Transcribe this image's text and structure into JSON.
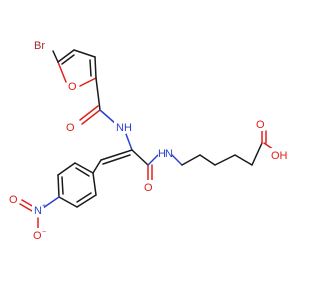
{
  "colors": {
    "carbon_bond": "#1a1a1a",
    "oxygen": "#e0201b",
    "nitrogen": "#2a3fd6",
    "bromine": "#a52a2a"
  },
  "atoms": {
    "br": "Br",
    "o_furan": "O",
    "o_amide1": "O",
    "nh_amide1": "N",
    "h_amide1": "H",
    "nh_amide2": "N",
    "h_amide2": "H",
    "o_amide2": "O",
    "o_acid": "O",
    "oh_acid": "OH",
    "n_nitro": "N",
    "plus_nitro": "+",
    "o_nitro_dbl": "O",
    "o_nitro_neg": "O",
    "minus_nitro": "−"
  }
}
